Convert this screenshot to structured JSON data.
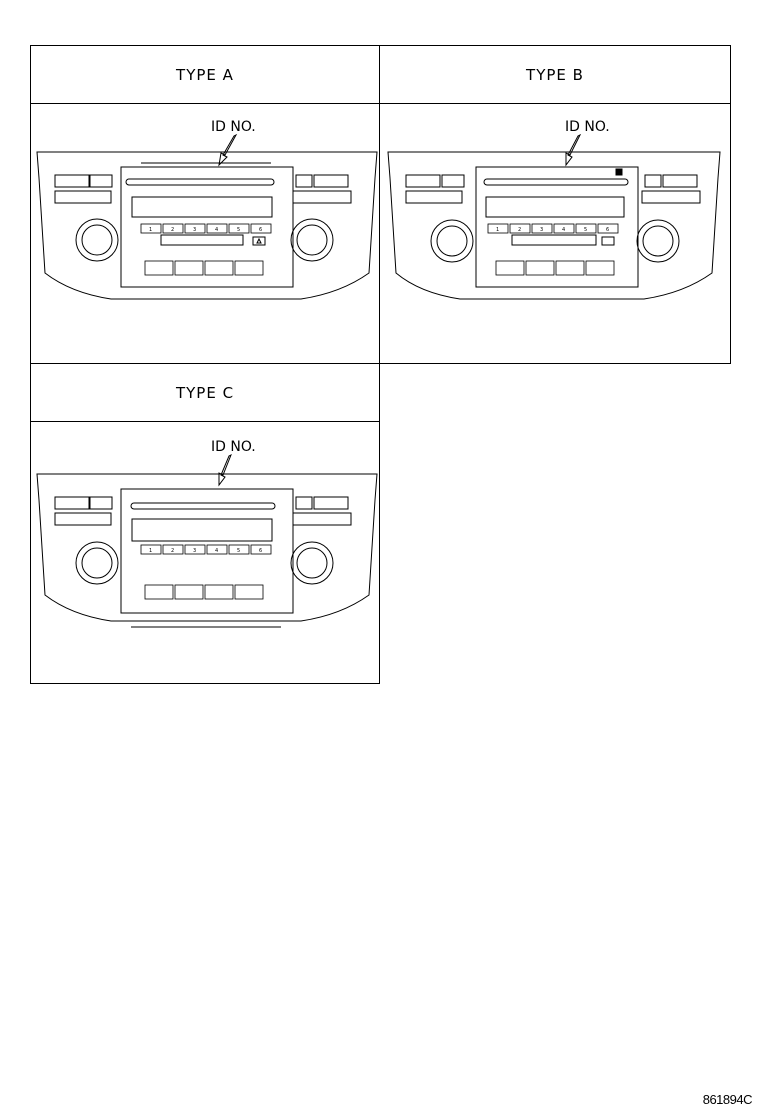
{
  "panels": [
    {
      "key": "a",
      "title": "TYPE A",
      "id_label": "ID NO."
    },
    {
      "key": "b",
      "title": "TYPE B",
      "id_label": "ID NO."
    },
    {
      "key": "c",
      "title": "TYPE C",
      "id_label": "ID NO."
    }
  ],
  "presets": [
    "1",
    "2",
    "3",
    "4",
    "5",
    "6"
  ],
  "figure_code": "861894C"
}
